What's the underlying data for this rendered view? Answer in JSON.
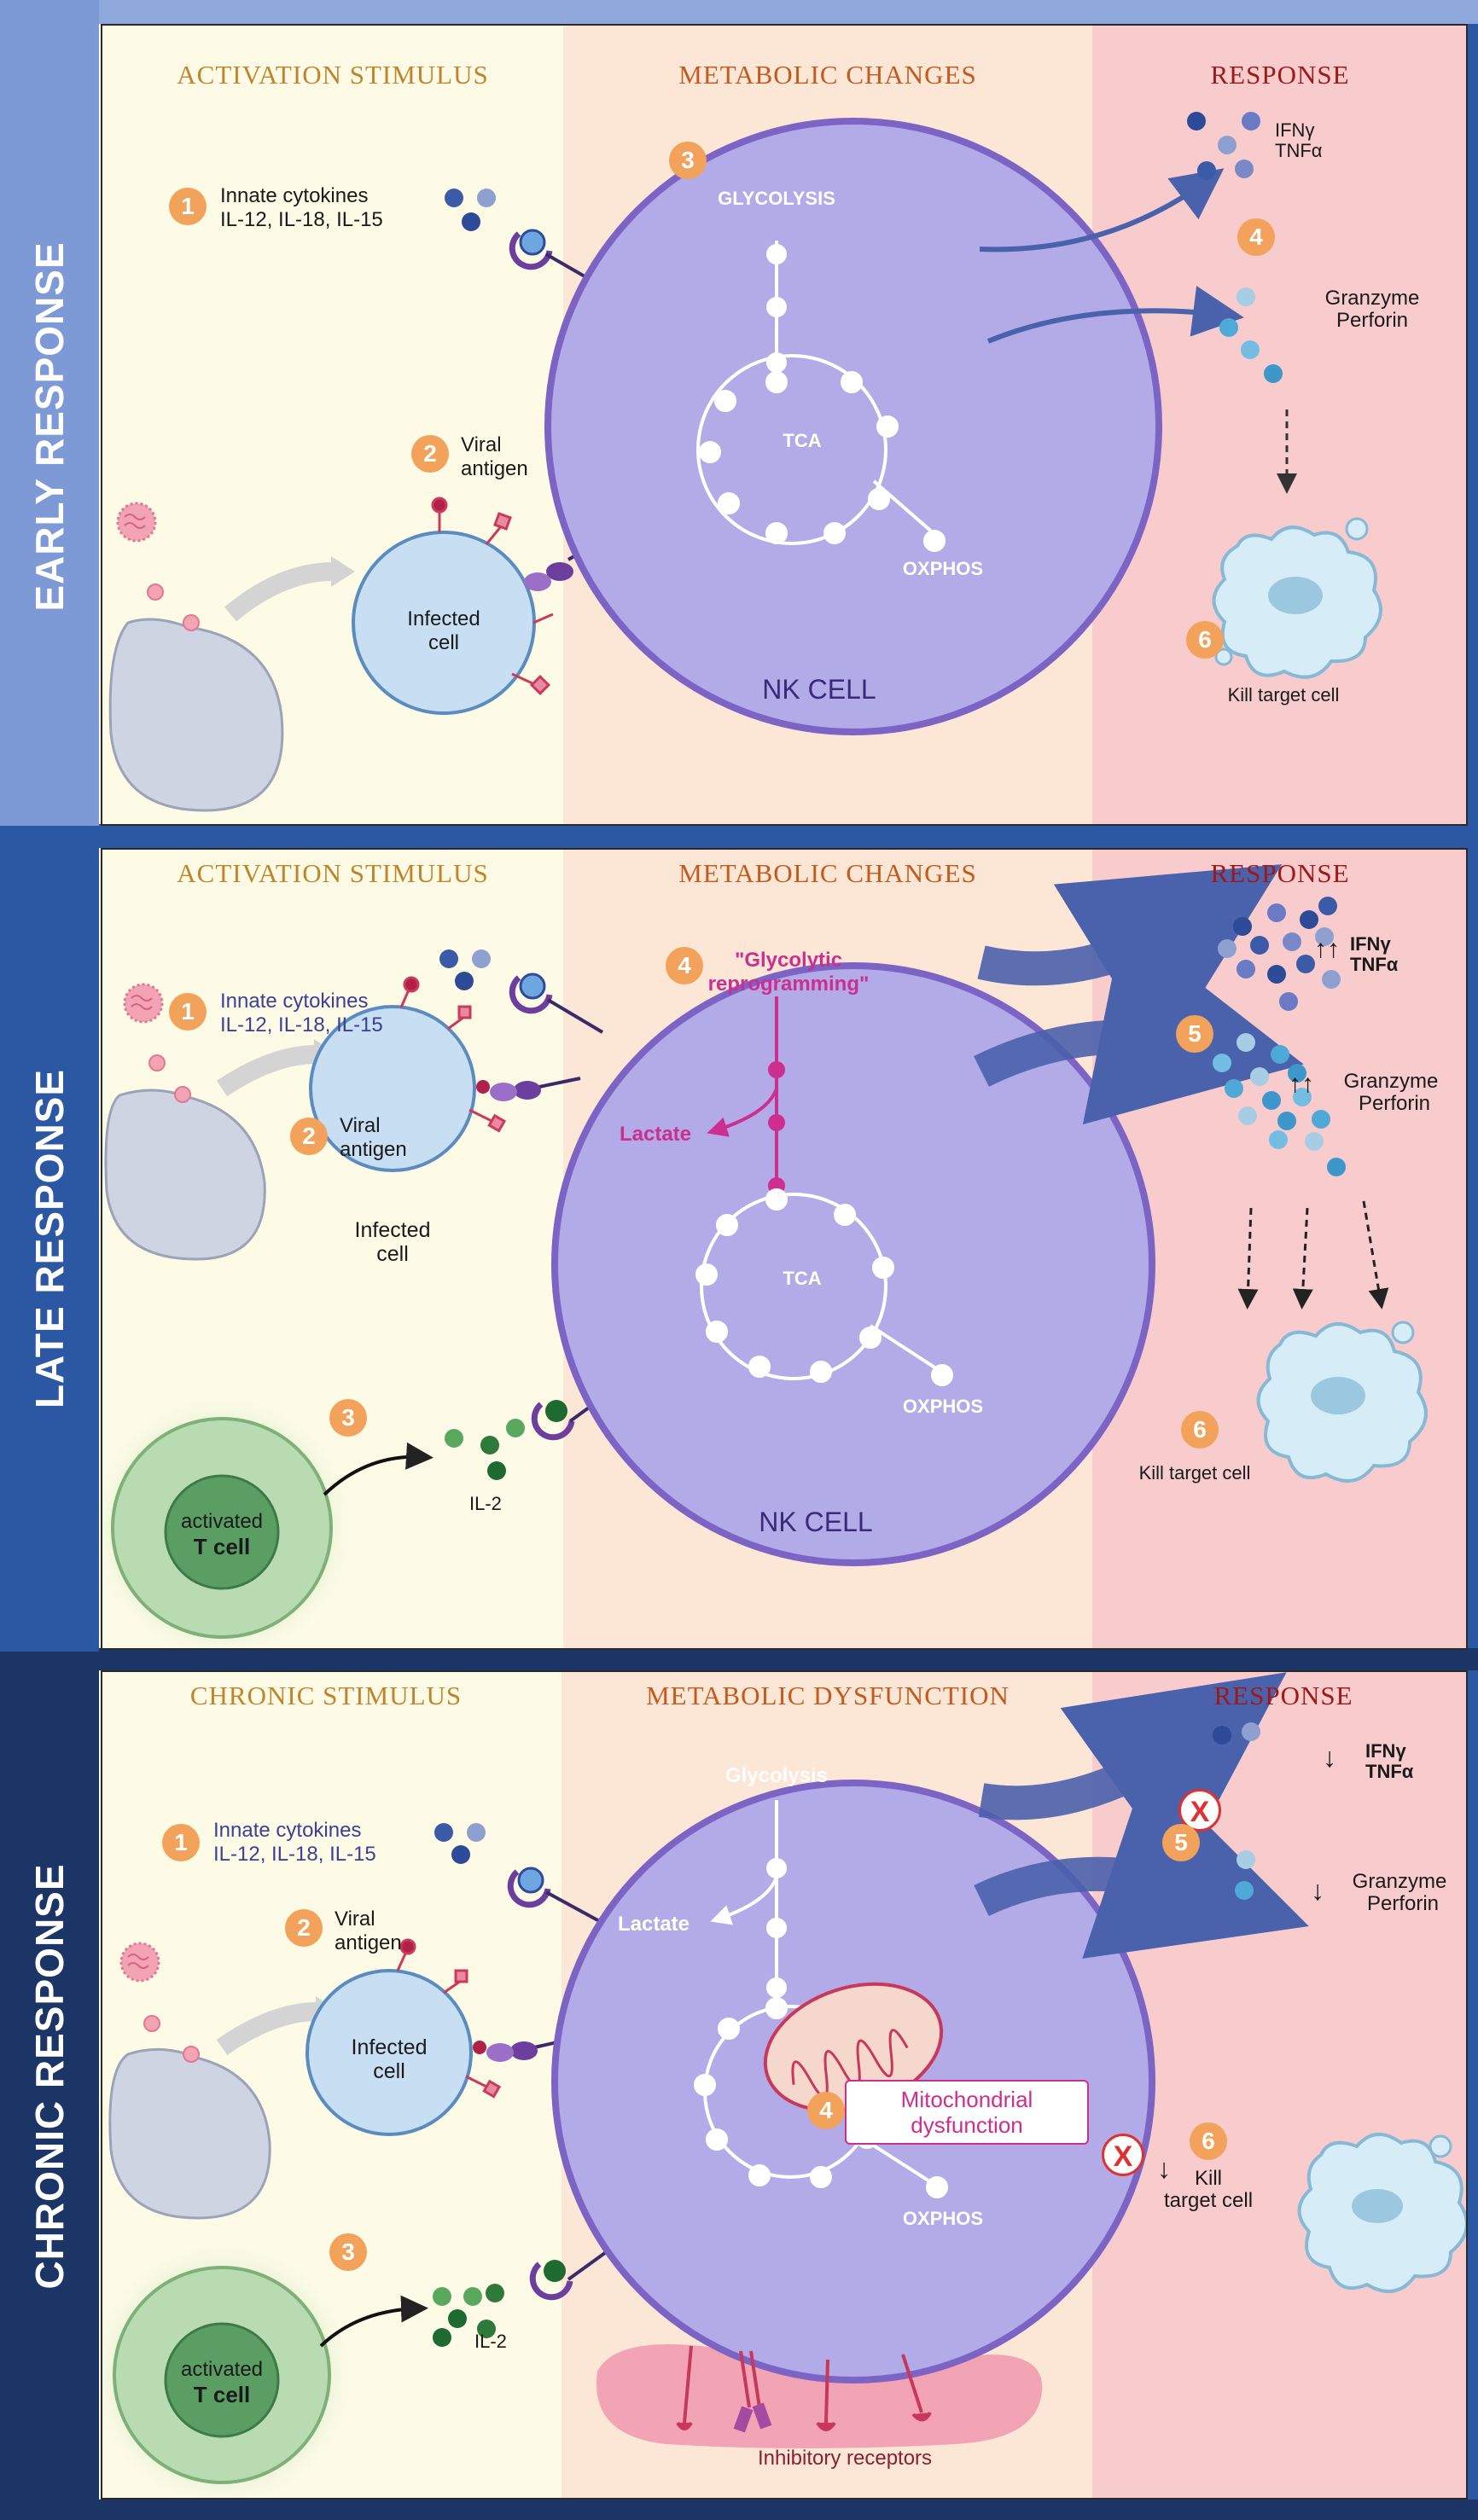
{
  "colors": {
    "sidebar_early": "#7e9ad6",
    "sidebar_late": "#2b57a3",
    "sidebar_chronic": "#1b3566",
    "col_stimulus": "#fdfbe6",
    "col_metabolic": "#fce6d6",
    "col_response": "#f8cccc",
    "head_stimulus": "#c1842b",
    "head_metabolic": "#c55a1c",
    "head_response": "#a01818",
    "nk_fill": "#b3abe8",
    "nk_stroke": "#7b64c4",
    "badge": "#f2a25a",
    "magenta": "#cc2f8f",
    "arrow_blue": "#4a61ac"
  },
  "panels": [
    {
      "sidebar_label": "EARLY RESPONSE",
      "headers": [
        "ACTIVATION STIMULUS",
        "METABOLIC CHANGES",
        "RESPONSE"
      ],
      "stimulus": {
        "cytokines_badge": "1",
        "cytokines_line1": "Innate cytokines",
        "cytokines_line2": "IL-12, IL-18, IL-15",
        "viral_badge": "2",
        "viral_line1": "Viral",
        "viral_line2": "antigen",
        "infected_line1": "Infected",
        "infected_line2": "cell"
      },
      "metabolic": {
        "badge": "3",
        "glycolysis_label": "GLYCOLYSIS",
        "tca_label": "TCA",
        "oxphos_label": "OXPHOS",
        "nk_label": "NK CELL"
      },
      "response": {
        "cytokine_line1": "IFNγ",
        "cytokine_line2": "TNFα",
        "secretion_badge": "4",
        "granzyme_line1": "Granzyme",
        "granzyme_line2": "Perforin",
        "kill_badge": "6",
        "kill_label": "Kill target cell"
      }
    },
    {
      "sidebar_label": "LATE RESPONSE",
      "headers": [
        "ACTIVATION STIMULUS",
        "METABOLIC CHANGES",
        "RESPONSE"
      ],
      "stimulus": {
        "cytokines_badge": "1",
        "cytokines_line1": "Innate cytokines",
        "cytokines_line2": "IL-12, IL-18, IL-15",
        "viral_badge": "2",
        "viral_line1": "Viral",
        "viral_line2": "antigen",
        "infected_line1": "Infected",
        "infected_line2": "cell",
        "tcell_badge": "3",
        "tcell_line1": "activated",
        "tcell_line2": "T cell",
        "il2_label": "IL-2"
      },
      "metabolic": {
        "badge": "4",
        "reprogramming_line1": "\"Glycolytic",
        "reprogramming_line2": "reprogramming\"",
        "lactate_label": "Lactate",
        "tca_label": "TCA",
        "oxphos_label": "OXPHOS",
        "nk_label": "NK CELL"
      },
      "response": {
        "cytokine_line1": "IFNγ",
        "cytokine_line2": "TNFα",
        "secretion_badge": "5",
        "granzyme_line1": "Granzyme",
        "granzyme_line2": "Perforin",
        "kill_badge": "6",
        "kill_label": "Kill target cell"
      }
    },
    {
      "sidebar_label": "CHRONIC RESPONSE",
      "headers": [
        "CHRONIC STIMULUS",
        "METABOLIC DYSFUNCTION",
        "RESPONSE"
      ],
      "stimulus": {
        "cytokines_badge": "1",
        "cytokines_line1": "Innate cytokines",
        "cytokines_line2": "IL-12, IL-18, IL-15",
        "viral_badge": "2",
        "viral_line1": "Viral",
        "viral_line2": "antigen",
        "infected_line1": "Infected",
        "infected_line2": "cell",
        "tcell_badge": "3",
        "tcell_line1": "activated",
        "tcell_line2": "T cell",
        "il2_label": "IL-2"
      },
      "metabolic": {
        "glycolysis_label": "Glycolysis",
        "lactate_label": "Lactate",
        "mito_badge": "4",
        "mito_line1": "Mitochondrial",
        "mito_line2": "dysfunction",
        "oxphos_label": "OXPHOS",
        "inhibitory_label": "Inhibitory receptors"
      },
      "response": {
        "cytokine_line1": "IFNγ",
        "cytokine_line2": "TNFα",
        "secretion_badge": "5",
        "granzyme_line1": "Granzyme",
        "granzyme_line2": "Perforin",
        "kill_badge": "6",
        "kill_line1": "Kill",
        "kill_line2": "target cell"
      }
    }
  ]
}
